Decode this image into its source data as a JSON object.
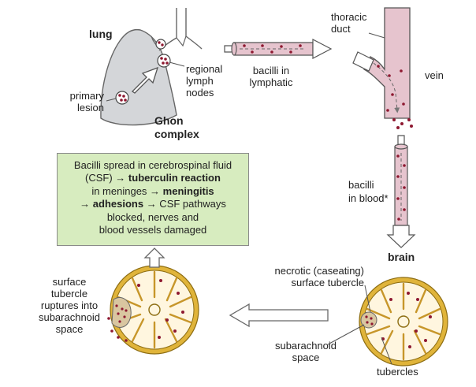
{
  "labels": {
    "lung": "lung",
    "regional_lymph_nodes": [
      "regional",
      "lymph",
      "nodes"
    ],
    "primary_lesion": [
      "primary",
      "lesion"
    ],
    "ghon_complex": [
      "Ghon",
      "complex"
    ],
    "bacilli_in_lymphatic": [
      "bacilli in",
      "lymphatic"
    ],
    "thoracic_duct": [
      "thoracic",
      "duct"
    ],
    "vein": "vein",
    "bacilli_in_blood": [
      "bacilli",
      "in blood*"
    ],
    "brain": "brain",
    "necrotic_tubercle": [
      "necrotic (caseating)",
      "surface tubercle"
    ],
    "subarachnoid_space": [
      "subarachnoid",
      "space"
    ],
    "tubercles": "tubercles",
    "surface_tubercle_ruptures": [
      "surface",
      "tubercle",
      "ruptures into",
      "subarachnoid",
      "space"
    ]
  },
  "info_box": {
    "line1": "Bacilli spread in cerebrospinal fluid",
    "line2_pre": "(CSF) → ",
    "line2_bold": "tuberculin reaction",
    "line3_pre": "in meninges → ",
    "line3_bold": "meningitis",
    "line4_pre": "→ ",
    "line4_bold": "adhesions",
    "line4_post": " → CSF pathways",
    "line5": "blocked, nerves and",
    "line6": "blood vessels damaged"
  },
  "colors": {
    "lung_fill": "#d4d6d9",
    "tube_fill": "#e6c4ce",
    "bacilli": "#8e1830",
    "box_fill": "#d7ecbf",
    "brain_ring": "#e0b43a",
    "brain_fill": "#fff6df"
  }
}
